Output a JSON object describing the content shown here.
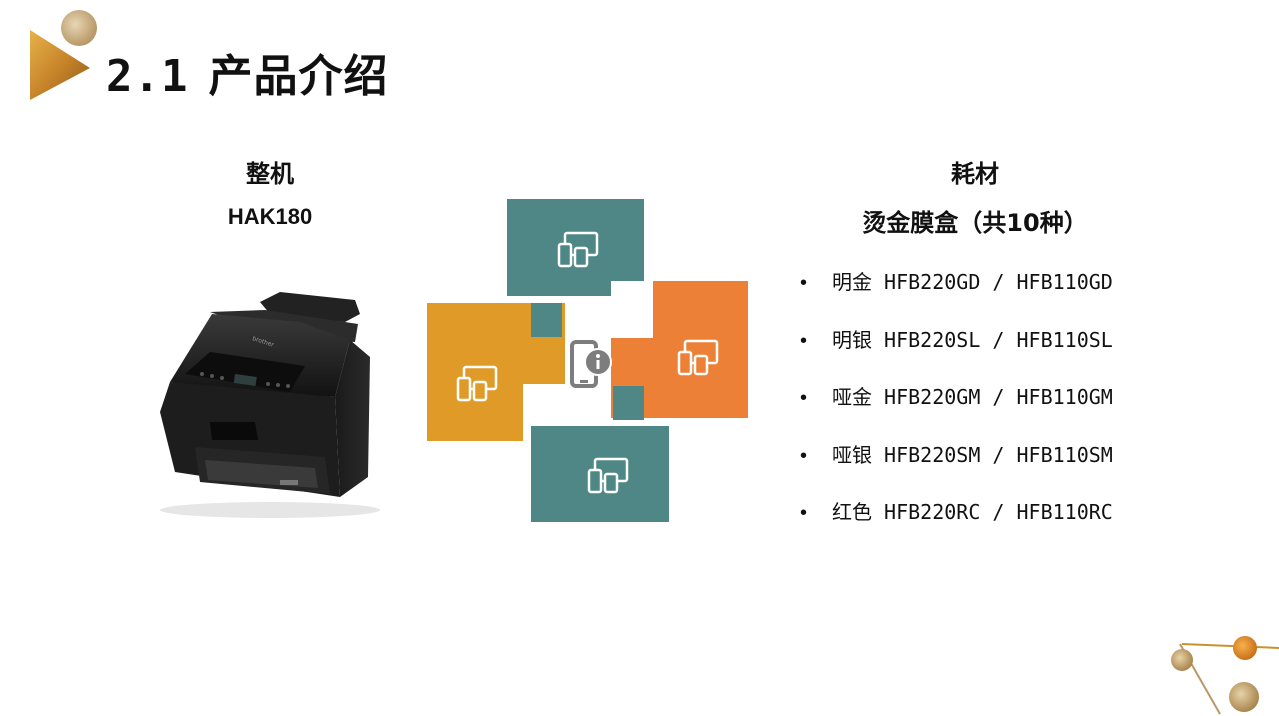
{
  "slide": {
    "title_number": "2.1",
    "title_text": "产品介绍"
  },
  "machine": {
    "heading": "整机",
    "model": "HAK180",
    "brand_mark": "brother"
  },
  "consumables": {
    "heading": "耗材",
    "subheading": "烫金膜盒（共10种）",
    "bullet": "•",
    "items": [
      "明金 HFB220GD / HFB110GD",
      "明银 HFB220SL / HFB110SL",
      "哑金 HFB220GM / HFB110GM",
      "哑银 HFB220SM / HFB110SM",
      "红色 HFB220RC / HFB110RC"
    ]
  },
  "graphic": {
    "colors": {
      "teal": "#4e8786",
      "gold": "#e09a27",
      "orange": "#ec8036",
      "icon_gray": "#7d7d7d"
    },
    "tile_icons": [
      "devices-icon",
      "devices-icon",
      "devices-icon",
      "devices-icon"
    ],
    "center_icon": "phone-info-icon"
  },
  "decor": {
    "accent": "#c9922e"
  }
}
